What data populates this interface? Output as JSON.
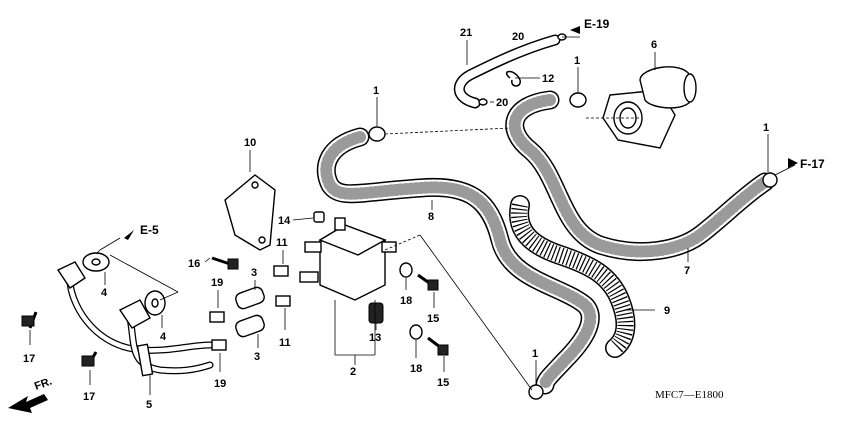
{
  "diagram": {
    "code": "MFC7—E1800",
    "direction_label": "FR.",
    "refs": {
      "e19": "E-19",
      "e5": "E-5",
      "f17": "F-17"
    },
    "callouts": {
      "n1a": "1",
      "n1b": "1",
      "n1c": "1",
      "n1d": "1",
      "n2": "2",
      "n3a": "3",
      "n3b": "3",
      "n4a": "4",
      "n4b": "4",
      "n5": "5",
      "n6": "6",
      "n7": "7",
      "n8": "8",
      "n9": "9",
      "n10": "10",
      "n11a": "11",
      "n11b": "11",
      "n12": "12",
      "n13": "13",
      "n14": "14",
      "n15a": "15",
      "n15b": "15",
      "n16": "16",
      "n17a": "17",
      "n17b": "17",
      "n18a": "18",
      "n18b": "18",
      "n19a": "19",
      "n19b": "19",
      "n20a": "20",
      "n20b": "20",
      "n21": "21"
    }
  }
}
